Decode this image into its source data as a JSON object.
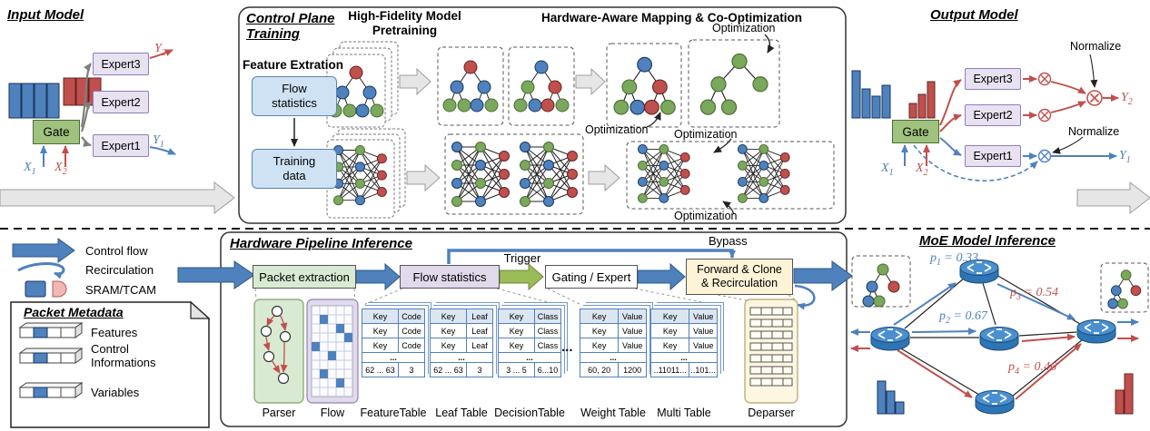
{
  "palette": {
    "blue": "#4f81bd",
    "red": "#c0504d",
    "green": "#77933c",
    "light_blue": "#cfe2f3",
    "lavender": "#e1d9ec",
    "light_green": "#d9ead3",
    "cream": "#fdf3d7",
    "router_blue": "#2e75b6",
    "gray_arrow": "#e6e6e6"
  },
  "input_model": {
    "title": "Input Model",
    "gate": "Gate",
    "expert3": "Expert3",
    "expert2": "Expert2",
    "expert1": "Expert1",
    "x1": {
      "b": "X",
      "s": "1"
    },
    "x2": {
      "b": "X",
      "s": "2"
    },
    "y1": {
      "b": "Y",
      "s": "1"
    },
    "y2": {
      "b": "Y",
      "s": "2"
    }
  },
  "control_plane": {
    "title1": "Control Plane",
    "title2": "Training",
    "feature_extraction": "Feature Extration",
    "flow_stats1": "Flow",
    "flow_stats2": "statistics",
    "train1": "Training",
    "train2": "data",
    "pretrain1": "High-Fidelity Model",
    "pretrain2": "Pretraining",
    "mapping": "Hardware-Aware Mapping & Co-Optimization",
    "optimization": "Optimization"
  },
  "output_model": {
    "title": "Output Model",
    "gate": "Gate",
    "expert3": "Expert3",
    "expert2": "Expert2",
    "expert1": "Expert1",
    "normalize": "Normalize",
    "x1": {
      "b": "X",
      "s": "1"
    },
    "x2": {
      "b": "X",
      "s": "2"
    },
    "y1": {
      "b": "Y",
      "s": "1"
    },
    "y2": {
      "b": "Y",
      "s": "2"
    }
  },
  "legend": {
    "control_flow": "Control flow",
    "recirculation": "Recirculation",
    "sram": "SRAM/TCAM"
  },
  "packet_metadata": {
    "title": "Packet Metadata",
    "features": "Features",
    "control1": "Control",
    "control2": "Informations",
    "variables": "Variables"
  },
  "pipeline": {
    "title": "Hardware Pipeline Inference",
    "stage1": "Packet extraction",
    "stage2": "Flow statistics",
    "stage3": "Gating / Expert",
    "stage4a": "Forward & Clone",
    "stage4b": "& Recirculation",
    "trigger": "Trigger",
    "bypass": "Bypass",
    "ellipsis": "...",
    "labels": {
      "parser": "Parser",
      "flow": "Flow",
      "feature": "FeatureTable",
      "leaf": "Leaf Table",
      "decision": "DecisionTable",
      "weight": "Weight Table",
      "multi": "Multi Table",
      "deparser": "Deparser"
    },
    "tables": {
      "feature": {
        "rows": [
          [
            "Key",
            "Code"
          ],
          [
            "Key",
            "Code"
          ],
          [
            "Key",
            "Code"
          ],
          [
            "..."
          ],
          [
            "62 ... 63",
            "3"
          ]
        ]
      },
      "leaf": {
        "rows": [
          [
            "Key",
            "Leaf"
          ],
          [
            "Key",
            "Leaf"
          ],
          [
            "Key",
            "Leaf"
          ],
          [
            "..."
          ],
          [
            "62 ... 63",
            "3"
          ]
        ]
      },
      "decision": {
        "rows": [
          [
            "Key",
            "Class"
          ],
          [
            "Key",
            "Class"
          ],
          [
            "Key",
            "Class"
          ],
          [
            "..."
          ],
          [
            "3 ... 5",
            "6...10"
          ]
        ]
      },
      "weight": {
        "rows": [
          [
            "Key",
            "Value"
          ],
          [
            "Key",
            "Value"
          ],
          [
            "Key",
            "Value"
          ],
          [
            "..."
          ],
          [
            "60, 20",
            "1200"
          ]
        ]
      },
      "multi": {
        "rows": [
          [
            "Key",
            "Value"
          ],
          [
            "Key",
            "Value"
          ],
          [
            "Key",
            "Value"
          ],
          [
            "..."
          ],
          [
            "..11011...",
            "..101..."
          ]
        ]
      }
    }
  },
  "moe": {
    "title": "MoE Model Inference",
    "p1": {
      "b": "p",
      "s": "1",
      "r": " = 0.33"
    },
    "p2": {
      "b": "p",
      "s": "2",
      "r": " = 0.67"
    },
    "p3": {
      "b": "p",
      "s": "3",
      "r": " = 0.54"
    },
    "p4": {
      "b": "p",
      "s": "4",
      "r": " = 0.46"
    }
  }
}
